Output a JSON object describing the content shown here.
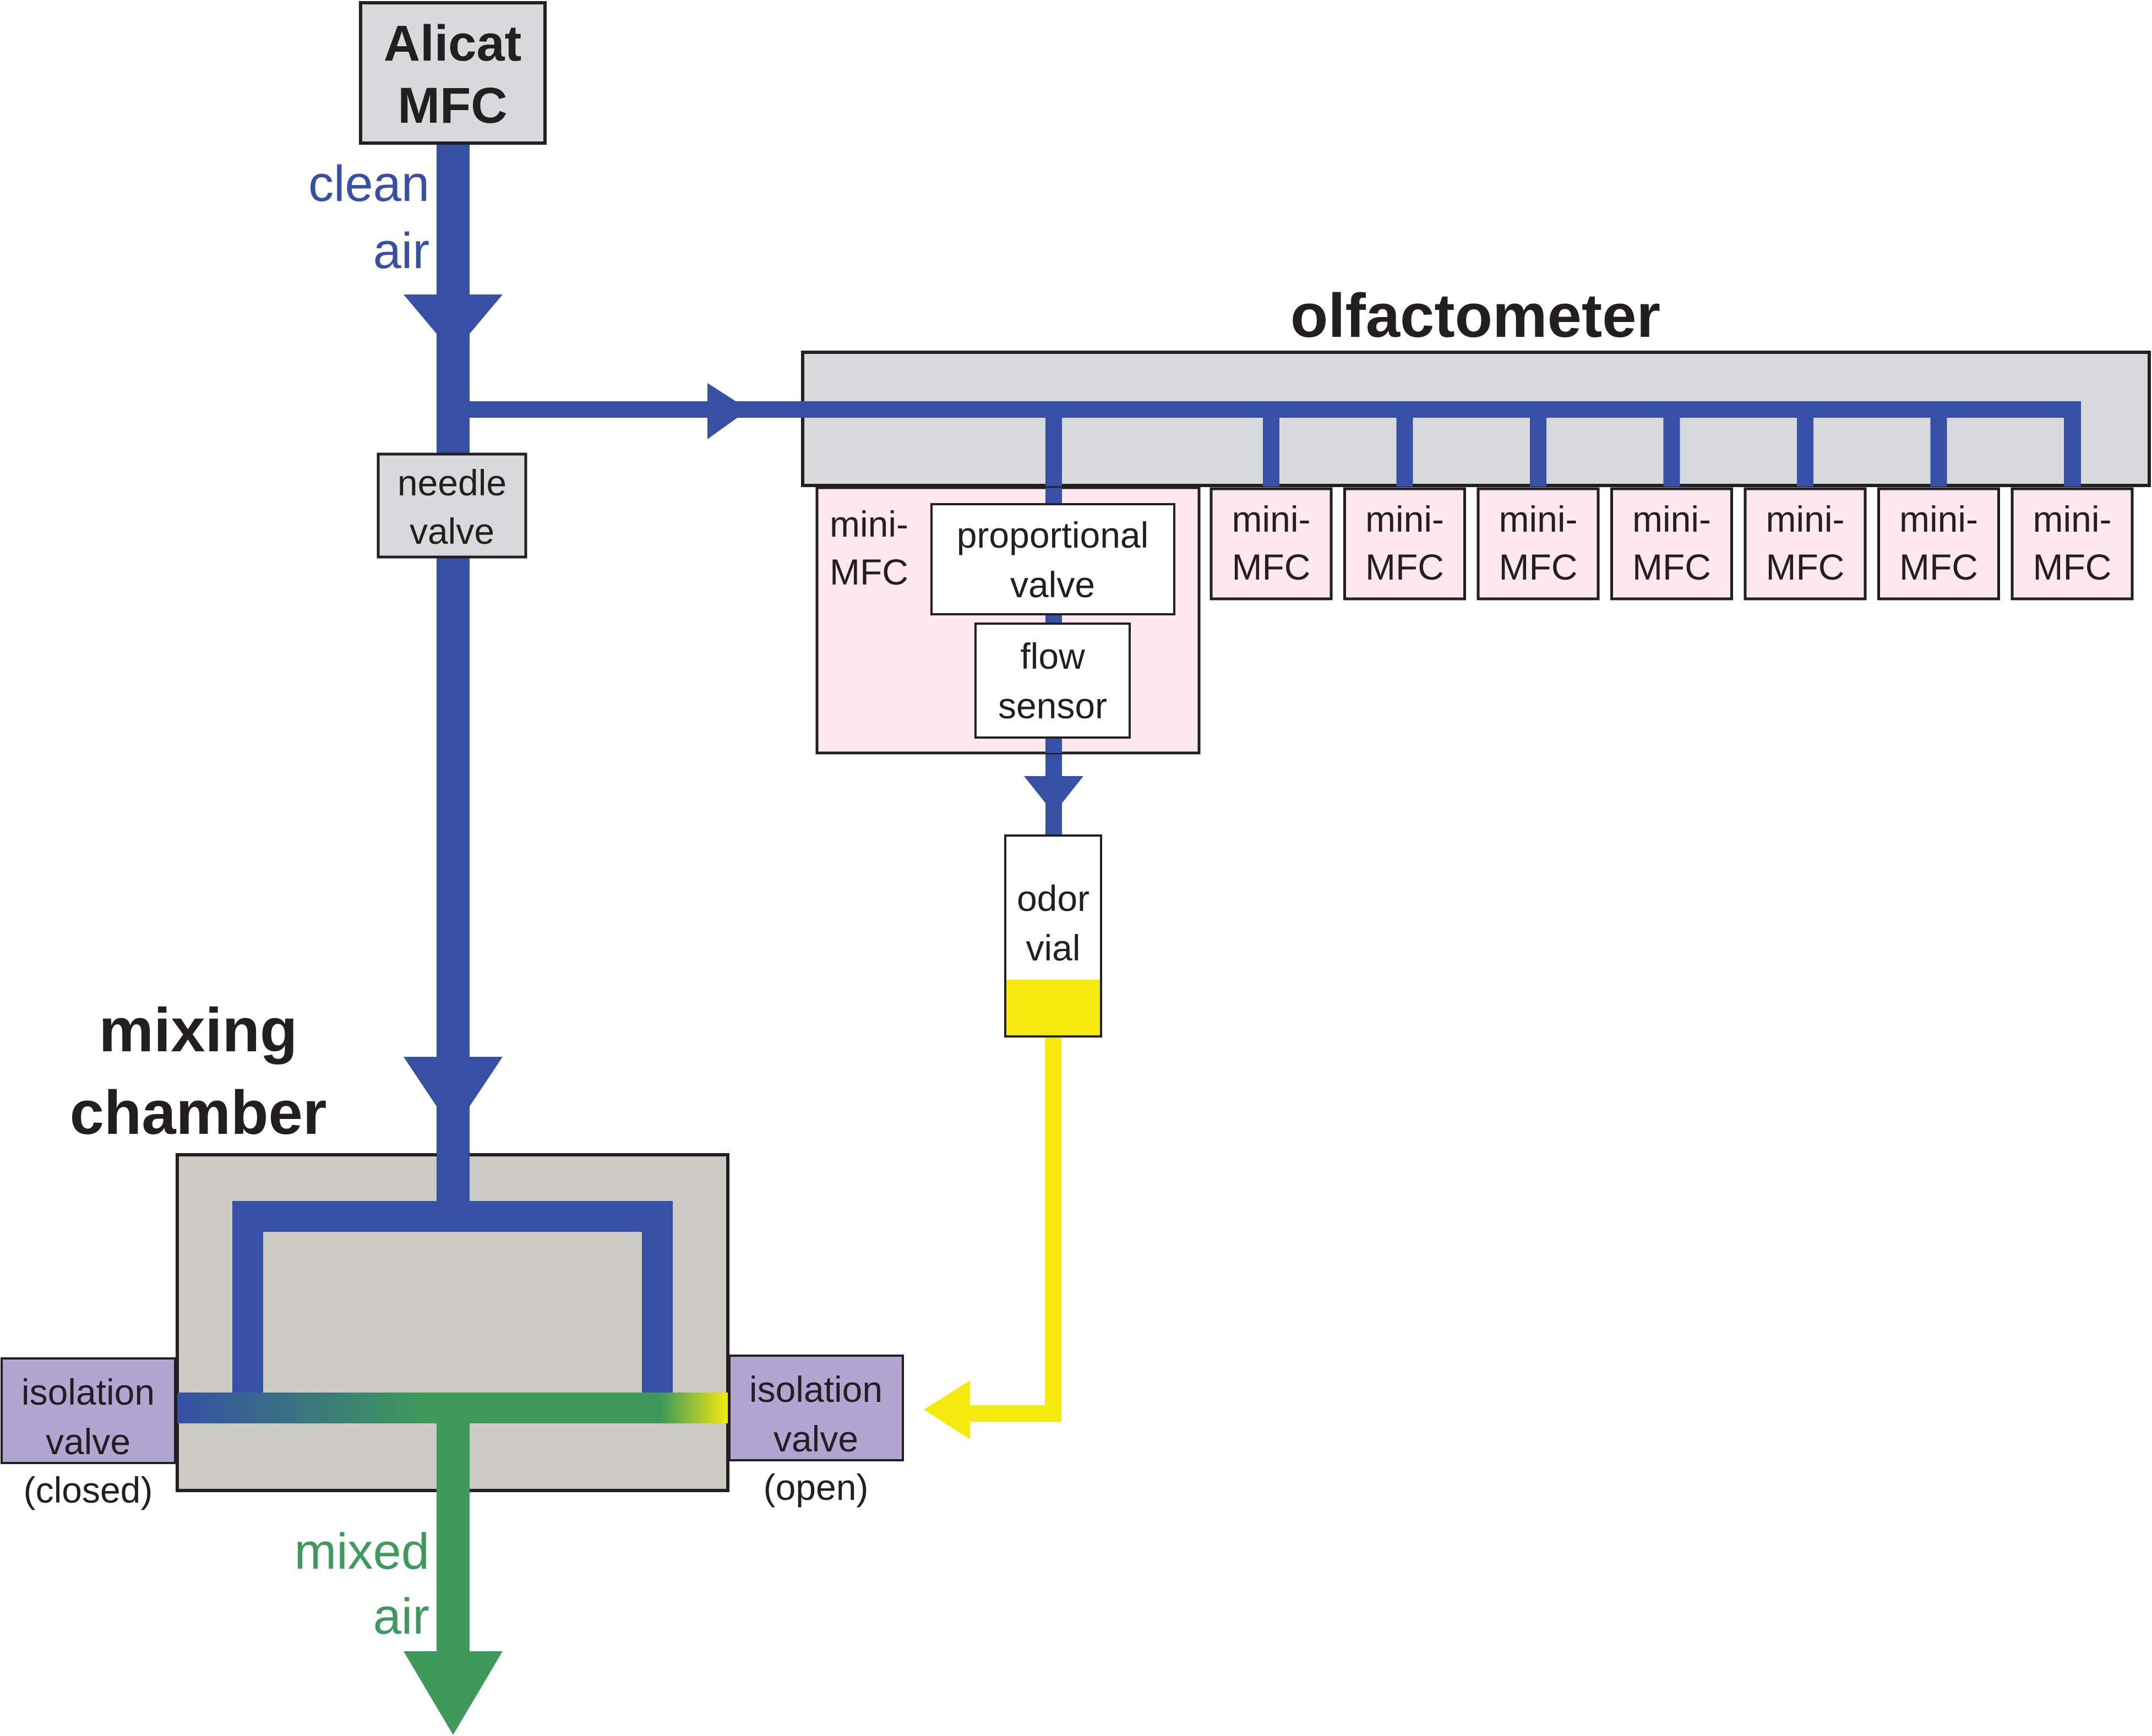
{
  "colors": {
    "clean_air": "#3550a5",
    "mixed_air": "#3e9a5a",
    "odor": "#f5e90e",
    "gray_box": "#d8d9db",
    "chamber": "#cccac5",
    "mini_mfc": "#fde8f0",
    "isolation_valve": "#b3a5d2",
    "ink": "#231f20"
  },
  "labels": {
    "alicat_line1": "Alicat",
    "alicat_line2": "MFC",
    "clean_air_line1": "clean",
    "clean_air_line2": "air",
    "olfactometer": "olfactometer",
    "needle_valve_line1": "needle",
    "needle_valve_line2": "valve",
    "mini_mfc_line1": "mini-",
    "mini_mfc_line2": "MFC",
    "proportional_valve_line1": "proportional",
    "proportional_valve_line2": "valve",
    "flow_sensor_line1": "flow",
    "flow_sensor_line2": "sensor",
    "odor_vial_line1": "odor",
    "odor_vial_line2": "vial",
    "mixing_chamber_line1": "mixing",
    "mixing_chamber_line2": "chamber",
    "isolation_valve_line1": "isolation",
    "isolation_valve_line2": "valve",
    "closed": "(closed)",
    "open": "(open)",
    "mixed_air_line1": "mixed",
    "mixed_air_line2": "air"
  },
  "mini_mfc_count": 8
}
